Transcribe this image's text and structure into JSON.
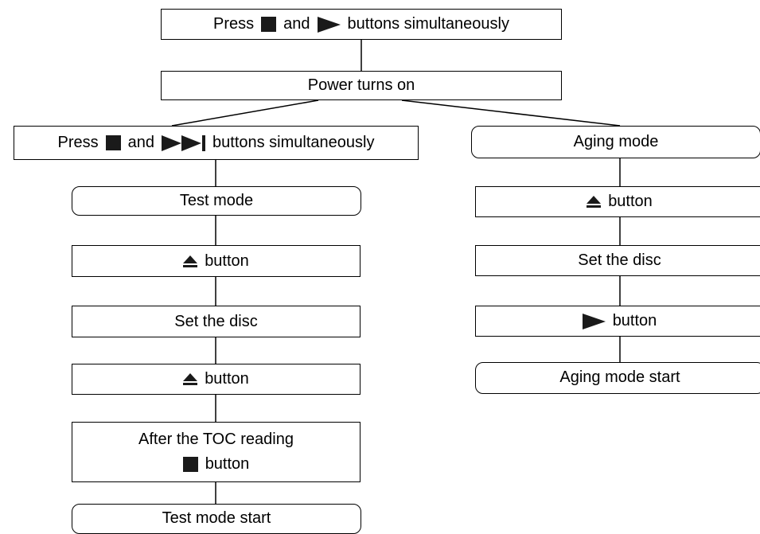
{
  "nodes": {
    "press_stop_play": {
      "text_press": "Press",
      "text_and": "and",
      "text_rest": "buttons simultaneously",
      "icons": [
        "stop-icon",
        "play-icon"
      ]
    },
    "power_on": {
      "text": "Power turns on"
    },
    "press_stop_ffwd": {
      "text_press": "Press",
      "text_and": "and",
      "text_rest": "buttons simultaneously",
      "icons": [
        "stop-icon",
        "ffwd-icon"
      ]
    },
    "test_mode": {
      "text": "Test mode"
    },
    "eject_1": {
      "text": "button",
      "icon": "eject-icon"
    },
    "set_disc_left": {
      "text": "Set the disc"
    },
    "eject_2": {
      "text": "button",
      "icon": "eject-icon"
    },
    "toc_reading": {
      "line1": "After the TOC reading",
      "line2": "button",
      "icon": "stop-icon"
    },
    "test_mode_start": {
      "text": "Test mode start"
    },
    "aging_mode": {
      "text": "Aging mode"
    },
    "eject_aging": {
      "text": "button",
      "icon": "eject-icon"
    },
    "set_disc_right": {
      "text": "Set the disc"
    },
    "play_aging": {
      "text": "button",
      "icon": "play-icon"
    },
    "aging_mode_start": {
      "text": "Aging mode start"
    }
  }
}
